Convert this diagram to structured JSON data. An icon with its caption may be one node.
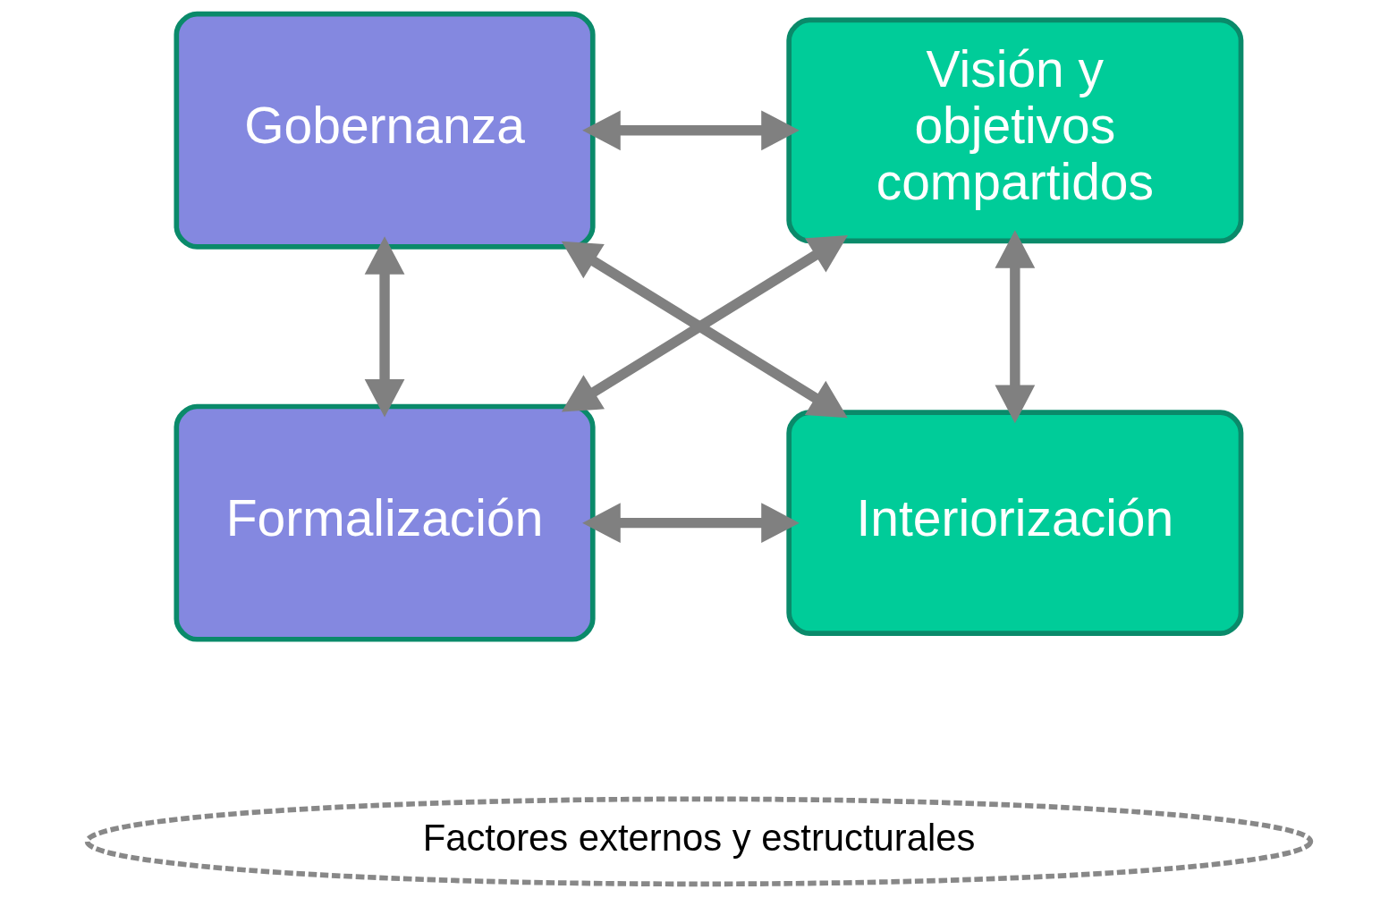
{
  "diagram": {
    "nodes": [
      {
        "text": [
          "Gobernanza"
        ]
      },
      {
        "text": [
          "Visión y objetivos compartidos"
        ]
      },
      {
        "text": [
          "Formalización"
        ]
      },
      {
        "text": [
          "Interiorización"
        ]
      },
      {
        "text": [
          "Factores externos y estructurales"
        ]
      }
    ],
    "edges": [
      {
        "from": 0,
        "to": 1,
        "arrow": "both"
      },
      {
        "from": 0,
        "to": 2,
        "arrow": "both"
      },
      {
        "from": 1,
        "to": 3,
        "arrow": "both"
      },
      {
        "from": 0,
        "to": 3,
        "arrow": "both"
      },
      {
        "from": 2,
        "to": 1,
        "arrow": "both"
      },
      {
        "from": 2,
        "to": 3,
        "arrow": "both"
      }
    ]
  }
}
